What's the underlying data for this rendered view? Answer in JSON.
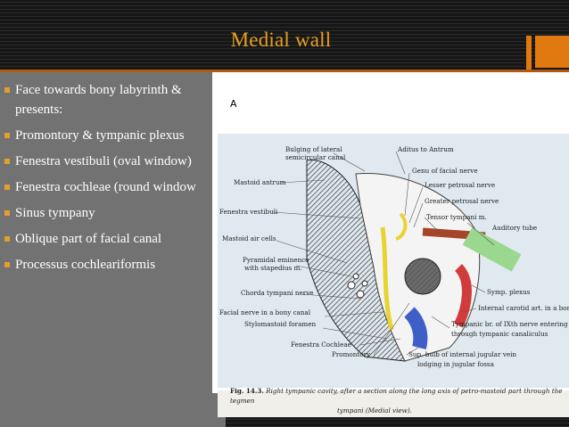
{
  "slide": {
    "title": "Medial wall",
    "bullets": [
      "Face towards bony labyrinth & presents:",
      "Promontory & tympanic plexus",
      "Fenestra vestibuli (oval window)",
      "Fenestra cochleae (round window",
      "Sinus tympany",
      "Oblique part of facial canal",
      "Processus cochleariformis"
    ],
    "accent_color": "#e8a020",
    "panel_color": "#727272"
  },
  "figure": {
    "panel_letter": "A",
    "labels_left": [
      "Bulging of lateral",
      "semicircular canal",
      "Mastoid antrum",
      "Fenestra vestibuli",
      "Mastoid air cells",
      "Pyramidal eminence",
      "with stapedius m.",
      "Chorda tympani nerve",
      "Facial nerve in a bony canal",
      "Stylomastoid foramen",
      "Fenestra Cochleae",
      "Promontory"
    ],
    "labels_right": [
      "Aditus to Antrum",
      "Genu of facial nerve",
      "Lesser petrosal nerve",
      "Greater petrosal nerve",
      "Tensor tympani m.",
      "Auditory tube",
      "Symp. plexus",
      "Internal carotid art. in a bony canal",
      "Tympanic br. of IXth nerve entering",
      "through tympanic canaliculus",
      "Sup. bulb of internal jugular vein",
      "lodging in jugular fossa"
    ],
    "caption_number": "Fig. 14.3.",
    "caption_text": "Right tympanic cavity, after a section along the long axis of petro-mastoid part through the tegmen",
    "caption_text2": "tympani (Medial view)."
  }
}
